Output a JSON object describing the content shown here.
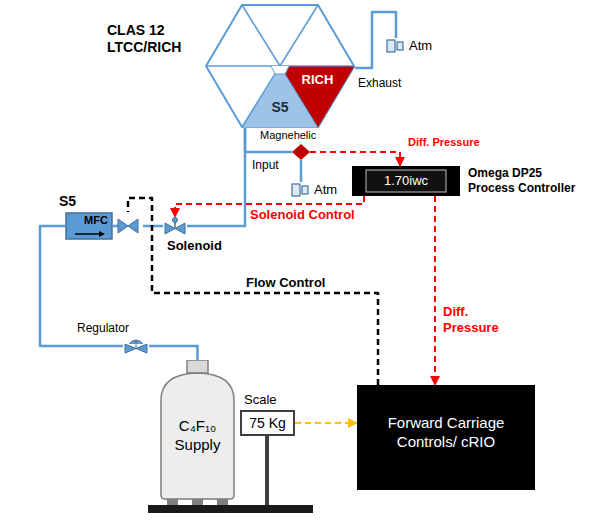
{
  "diagram": {
    "nodes": [
      {
        "text": [
          "CLAS 12 LTCC/RICH"
        ]
      },
      {
        "text": [
          "RICH"
        ],
        "in": 0
      },
      {
        "text": [
          "S5"
        ],
        "in": 0
      },
      {
        "text": [
          "Atm"
        ]
      },
      {
        "text": [
          "Magnehelic"
        ]
      },
      {
        "text": [
          "Atm"
        ]
      },
      {
        "text": [
          "1.70iwc",
          "Omega DP25 Process Controller"
        ]
      },
      {
        "text": [
          "S5",
          "MFC"
        ]
      },
      {
        "text": [
          "Solenoid"
        ]
      },
      {
        "text": [
          "Regulator"
        ]
      },
      {
        "text": [
          "C₄F₁₀ Supply"
        ]
      },
      {
        "text": [
          "Scale",
          "75 Kg"
        ]
      },
      {
        "text": [
          "Forward Carriage Controls/ cRIO"
        ]
      }
    ],
    "edges": [
      {
        "from": 10,
        "to": 9,
        "arrow": "none"
      },
      {
        "from": 9,
        "to": 7,
        "arrow": "none"
      },
      {
        "from": 7,
        "to": 8,
        "arrow": "none"
      },
      {
        "from": 8,
        "to": 2,
        "label": "Input",
        "arrow": "none"
      },
      {
        "from": 1,
        "to": 3,
        "label": "Exhaust",
        "arrow": "none"
      },
      {
        "from": 4,
        "to": 5,
        "arrow": "none"
      },
      {
        "from": 4,
        "to": 6,
        "label": "Diff. Pressure",
        "arrow": "to"
      },
      {
        "from": 6,
        "to": 8,
        "label": "Solenoid Control",
        "arrow": "to"
      },
      {
        "from": 6,
        "to": 12,
        "label": "Diff. Pressure",
        "arrow": "to"
      },
      {
        "from": 11,
        "to": 12,
        "arrow": "to"
      },
      {
        "from": 12,
        "to": 7,
        "label": "Flow Control",
        "arrow": "none"
      },
      {
        "from": 2,
        "to": 4,
        "arrow": "none"
      }
    ]
  }
}
